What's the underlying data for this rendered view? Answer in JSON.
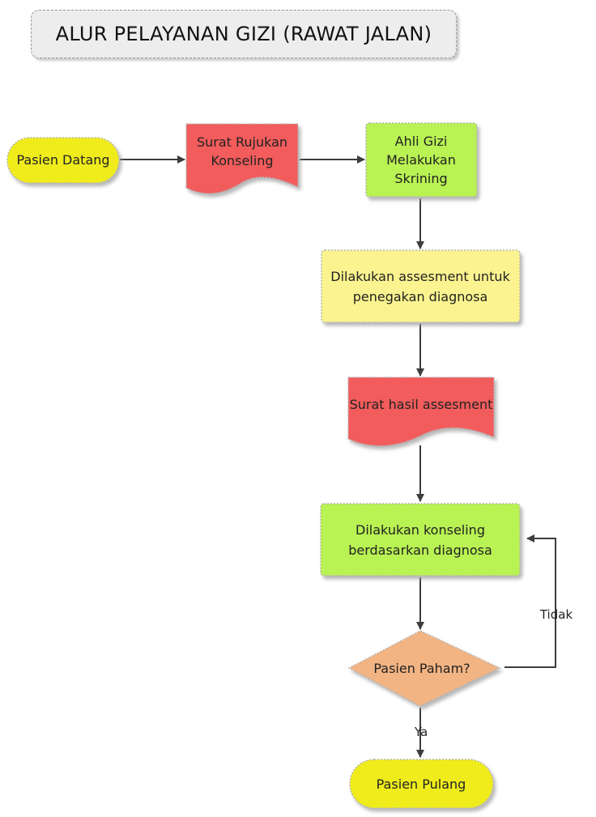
{
  "title": "ALUR PELAYANAN GIZI (RAWAT JALAN)",
  "nodes": {
    "pasien_datang": "Pasien Datang",
    "surat_rujukan": [
      "Surat Rujukan",
      "Konseling"
    ],
    "ahli_gizi": [
      "Ahli Gizi",
      "Melakukan",
      "Skrining"
    ],
    "assesment": [
      "Dilakukan assesment untuk",
      "penegakan diagnosa"
    ],
    "surat_hasil": "Surat hasil assesment",
    "konseling": [
      "Dilakukan konseling",
      "berdasarkan diagnosa"
    ],
    "paham": "Pasien Paham?",
    "pasien_pulang": "Pasien Pulang"
  },
  "edge_labels": {
    "tidak": "Tidak",
    "ya": "Ya"
  },
  "colors": {
    "yellow_node": "#f0ec1c",
    "red_node": "#f25c5c",
    "green_node": "#b9f253",
    "light_yellow_node": "#fbf38f",
    "orange_node": "#f2b483",
    "arrow": "#3d3d3d"
  }
}
